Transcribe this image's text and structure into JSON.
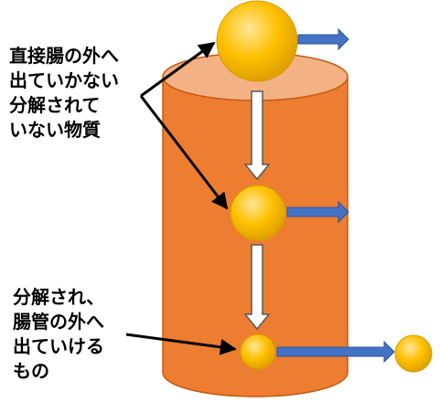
{
  "labels": {
    "top": {
      "lines": [
        "直接腸の外へ",
        "出ていかない",
        "分解されて",
        "いない物質"
      ]
    },
    "bottom": {
      "lines": [
        "分解され、",
        "腸管の外へ",
        "出ていける",
        "もの"
      ]
    }
  },
  "colors": {
    "cylinder_body": "#ED7D31",
    "cylinder_top": "#F4B183",
    "cylinder_outline": "#C55A11",
    "ball_light": "#FFD966",
    "ball_dark": "#F2B100",
    "side_arrow": "#4472C4",
    "down_arrow_fill": "#FFFFFF",
    "down_arrow_stroke": "#595959",
    "pointer": "#000000"
  }
}
